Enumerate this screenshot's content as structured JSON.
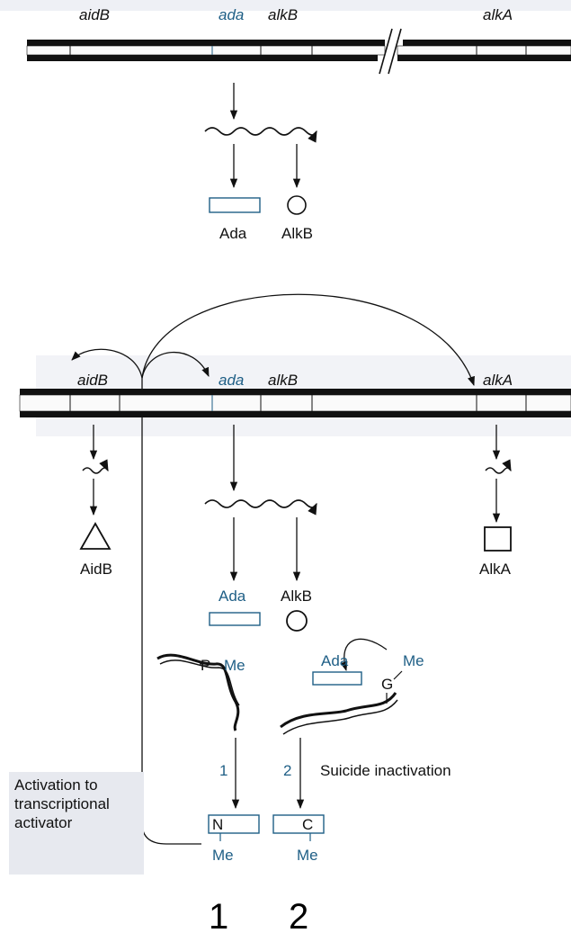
{
  "top_panel": {
    "genes": {
      "aidB": "aidB",
      "ada": "ada",
      "alkB": "alkB",
      "alkA": "alkA"
    },
    "proteins": {
      "ada": "Ada",
      "alkB": "AlkB"
    }
  },
  "bottom_panel": {
    "genes": {
      "aidB": "aidB",
      "ada": "ada",
      "alkB": "alkB",
      "alkA": "alkA"
    },
    "proteins": {
      "aidB": "AidB",
      "ada": "Ada",
      "alkB": "AlkB",
      "alkA": "AlkA"
    },
    "substrates": {
      "phosphate": "P",
      "methyl_1": "Me",
      "ada_bound": "Ada",
      "guanine": "G",
      "methyl_2": "Me"
    },
    "pathways": {
      "step_1": "1",
      "step_2": "2",
      "suicide_label": "Suicide inactivation"
    },
    "domains": {
      "n": "N",
      "c": "C",
      "me_n": "Me",
      "me_c": "Me"
    },
    "activation_note": "Activation to\ntranscriptional\nactivator"
  },
  "footer": {
    "label_1": "1",
    "label_2": "2"
  },
  "colors": {
    "accent_blue": "#1f5f86",
    "ink": "#111111",
    "shade": "#e7e9ef"
  }
}
